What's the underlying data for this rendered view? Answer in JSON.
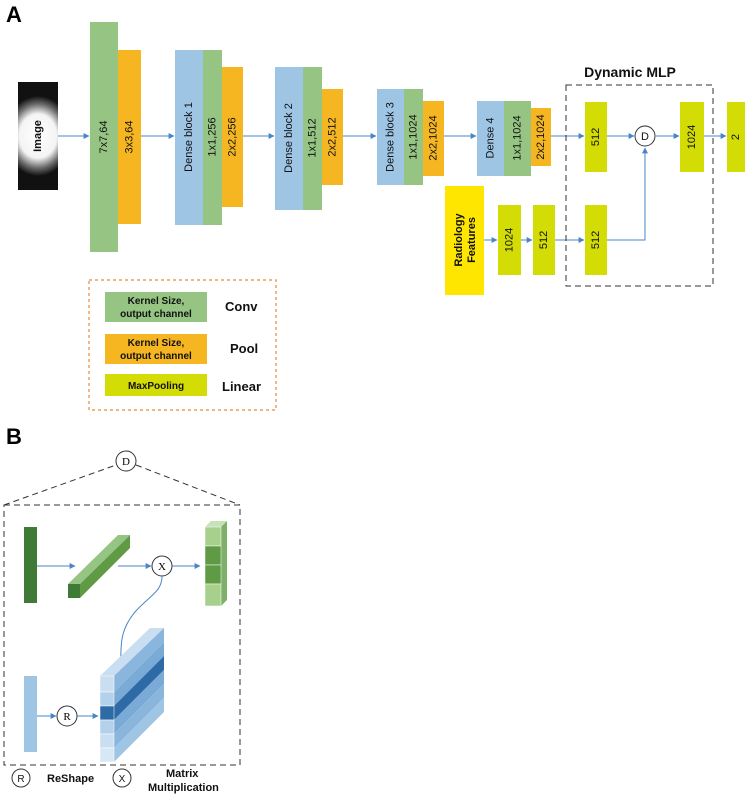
{
  "panel_a": "A",
  "panel_b": "B",
  "input_label": "Image",
  "blocks": {
    "conv1": "7x7,64",
    "pool1": "3x3,64",
    "dense1": "Dense block 1",
    "conv2": "1x1,256",
    "pool2": "2x2,256",
    "dense2": "Dense block 2",
    "conv3": "1x1,512",
    "pool3": "2x2,512",
    "dense3": "Dense block 3",
    "conv4": "1x1,1024",
    "pool4": "2x2,1024",
    "dense4": "Dense 4",
    "conv5": "1x1,1024",
    "pool5": "2x2,1024"
  },
  "mlp": {
    "title": "Dynamic MLP",
    "lin_a": "512",
    "lin_b": "1024",
    "lin_out": "2",
    "lin_c": "512",
    "op": "D"
  },
  "radiology": {
    "line1": "Radiology",
    "line2": "Features",
    "lin1": "1024",
    "lin2": "512"
  },
  "legend": {
    "conv_box": [
      "Kernel Size,",
      "output channel"
    ],
    "conv_label": "Conv",
    "pool_box": [
      "Kernel Size,",
      "output channel"
    ],
    "pool_label": "Pool",
    "lin_box": "MaxPooling",
    "lin_label": "Linear"
  },
  "panel_b_content": {
    "op_d": "D",
    "op_x": "X",
    "op_r": "R",
    "legend_r_symbol": "R",
    "legend_r": "ReShape",
    "legend_x_symbol": "X",
    "legend_x_line1": "Matrix",
    "legend_x_line2": "Multiplication"
  },
  "colors": {
    "green": "#95c483",
    "orange": "#f5b622",
    "blue": "#9fc5e5",
    "yellow": "#d3dc04",
    "radiology": "#ffe600",
    "arrow": "#4a86c5",
    "dark_green": "#3f7a36",
    "dark_blue": "#2e6aa5",
    "legend_border": "#e88a3a"
  }
}
